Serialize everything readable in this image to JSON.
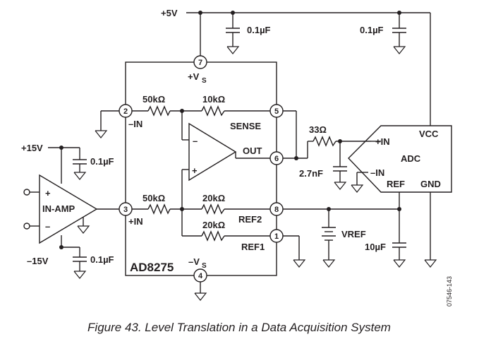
{
  "figure": {
    "caption": "Figure 43. Level Translation in a Data Acquisition System",
    "figure_id": "07546-143"
  },
  "supplies": {
    "plus5v": "+5V",
    "plus15v": "+15V",
    "minus15v": "–15V"
  },
  "ad8275": {
    "part_name": "AD8275",
    "vs_plus": "+V",
    "vs_plus_sub": "S",
    "vs_minus": "–V",
    "vs_minus_sub": "S",
    "minus_in": "–IN",
    "plus_in": "+IN",
    "sense": "SENSE",
    "out": "OUT",
    "ref1": "REF1",
    "ref2": "REF2",
    "pins": {
      "p1": "1",
      "p2": "2",
      "p3": "3",
      "p4": "4",
      "p5": "5",
      "p6": "6",
      "p7": "7",
      "p8": "8"
    },
    "resistors": {
      "r_in_minus": "50kΩ",
      "r_sense": "10kΩ",
      "r_in_plus": "50kΩ",
      "r_ref2": "20kΩ",
      "r_ref1": "20kΩ"
    }
  },
  "opamp": {
    "minus_sign": "–",
    "plus_sign": "+"
  },
  "in_amp": {
    "label": "IN-AMP",
    "plus_sign": "+",
    "minus_sign": "–"
  },
  "filter": {
    "resistor": "33Ω",
    "capacitor": "2.7nF"
  },
  "adc": {
    "label": "ADC",
    "vcc": "VCC",
    "gnd": "GND",
    "plus_in": "+IN",
    "minus_in": "–IN",
    "ref": "REF"
  },
  "capacitors": {
    "c_5v_a": "0.1µF",
    "c_5v_b": "0.1µF",
    "c_plus15": "0.1µF",
    "c_minus15": "0.1µF",
    "c_ref": "10µF"
  },
  "vref": {
    "label": "VREF"
  }
}
